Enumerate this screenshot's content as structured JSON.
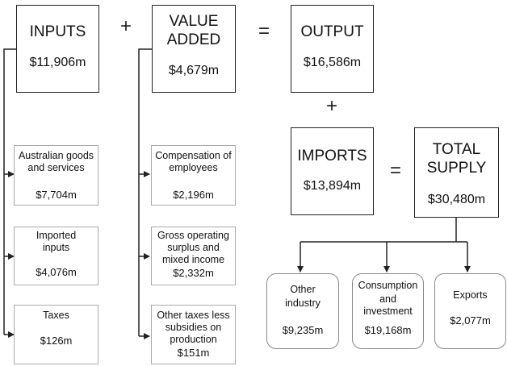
{
  "main_boxes": {
    "inputs": {
      "title": "INPUTS",
      "value": "$11,906m"
    },
    "value_added": {
      "title_line1": "VALUE",
      "title_line2": "ADDED",
      "value": "$4,679m"
    },
    "output": {
      "title": "OUTPUT",
      "value": "$16,586m"
    },
    "imports": {
      "title": "IMPORTS",
      "value": "$13,894m"
    },
    "total_supply": {
      "title_line1": "TOTAL",
      "title_line2": "SUPPLY",
      "value": "$30,480m"
    }
  },
  "operators": {
    "plus": "+",
    "equals": "="
  },
  "inputs_breakdown": [
    {
      "line1": "Australian goods",
      "line2": "and services",
      "value": "$7,704m"
    },
    {
      "line1": "Imported",
      "line2": "inputs",
      "value": "$4,076m"
    },
    {
      "line1": "Taxes",
      "line2": "",
      "value": "$126m"
    }
  ],
  "value_added_breakdown": [
    {
      "line1": "Compensation of",
      "line2": "employees",
      "line3": "",
      "value": "$2,196m"
    },
    {
      "line1": "Gross operating",
      "line2": "surplus and",
      "line3": "mixed income",
      "value": "$2,332m"
    },
    {
      "line1": "Other taxes less",
      "line2": "subsidies on",
      "line3": "production",
      "value": "$151m"
    }
  ],
  "uses": [
    {
      "line1": "Other",
      "line2": "industry",
      "line3": "",
      "value": "$9,235m"
    },
    {
      "line1": "Consumption",
      "line2": "and",
      "line3": "investment",
      "value": "$19,168m"
    },
    {
      "line1": "Exports",
      "line2": "",
      "line3": "",
      "value": "$2,077m"
    }
  ]
}
